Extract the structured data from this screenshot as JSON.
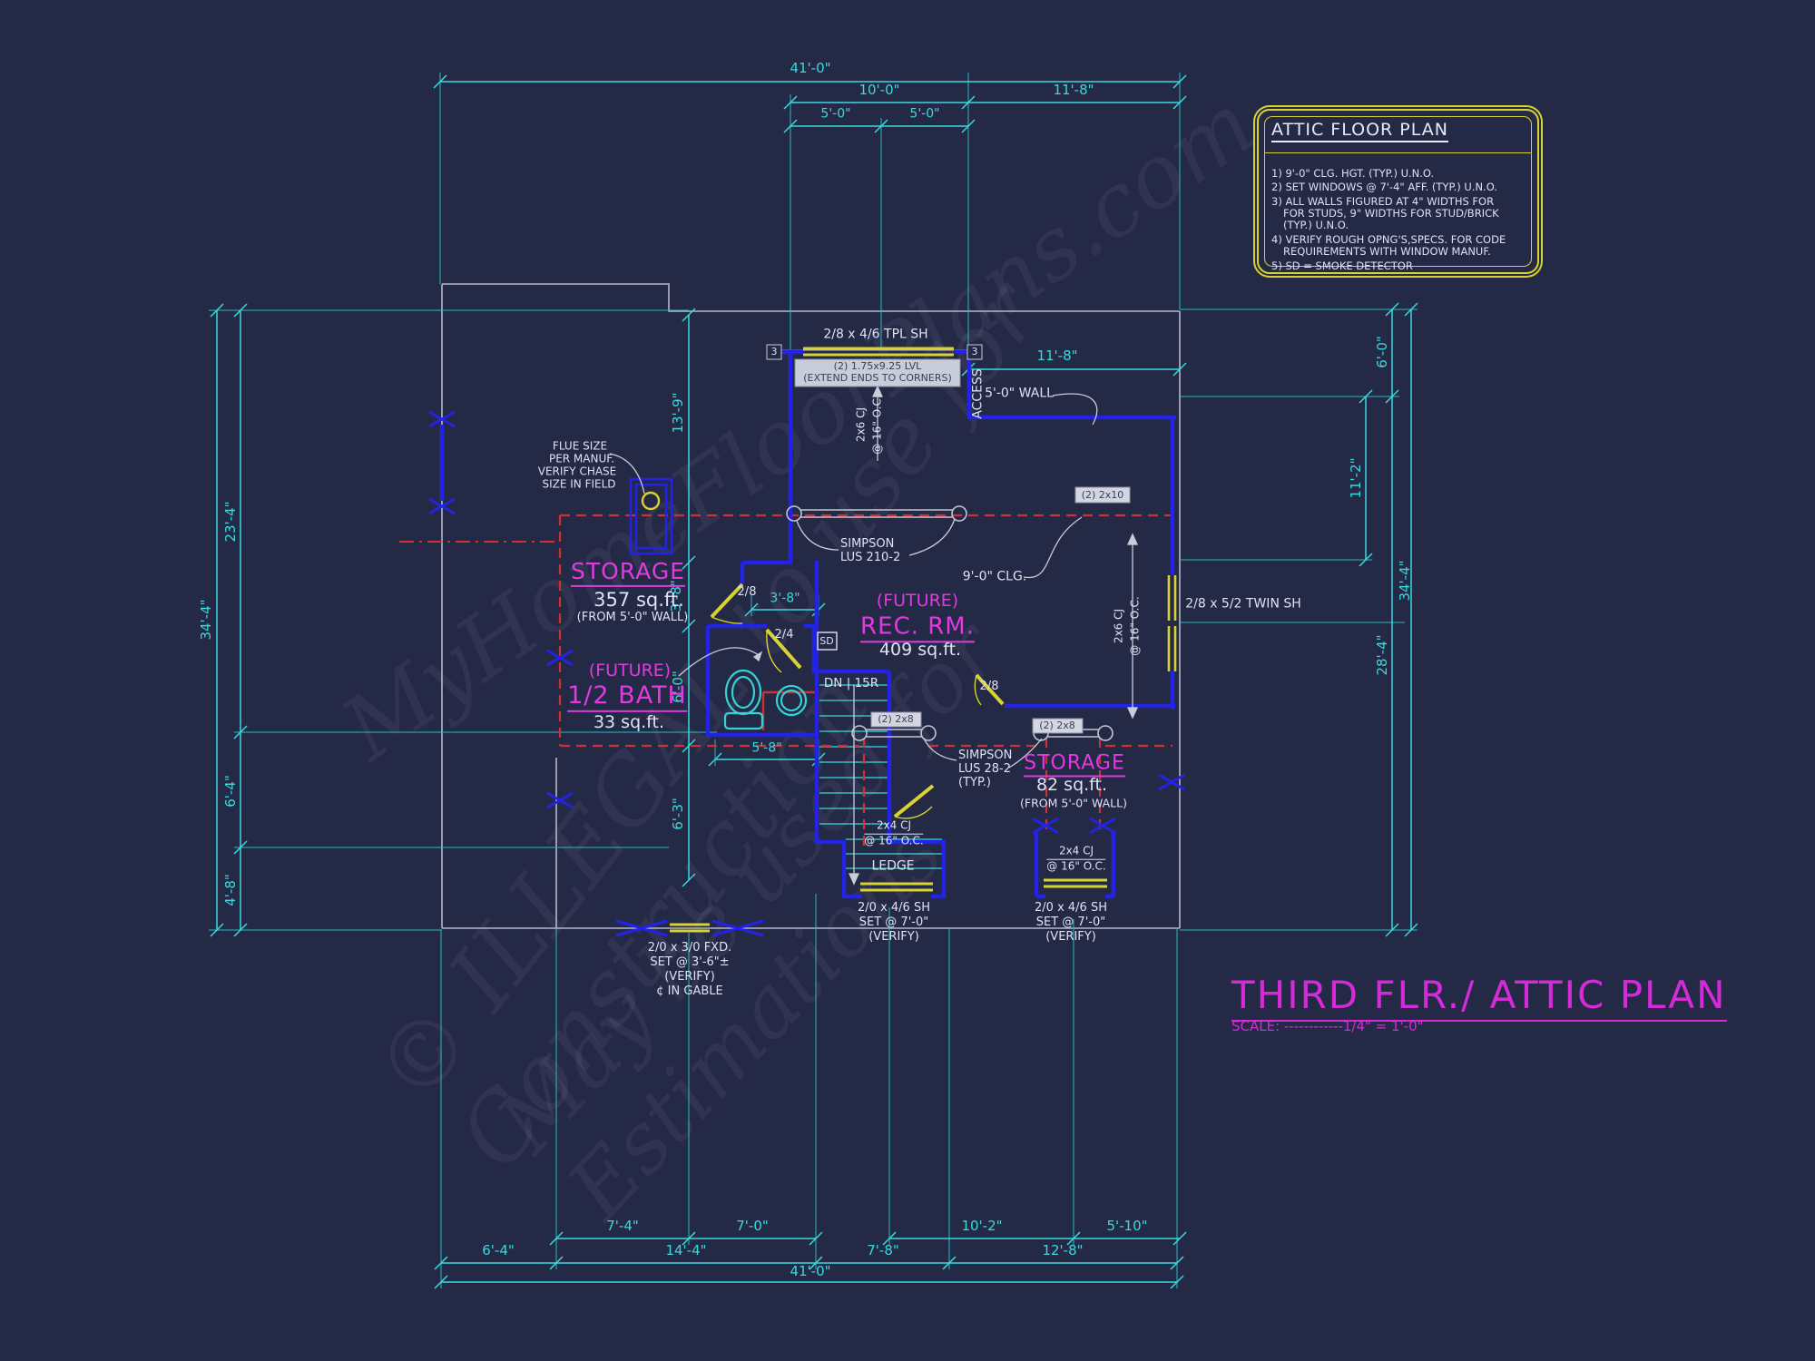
{
  "drawing": {
    "title": "THIRD FLR./ ATTIC PLAN",
    "scale_label": "SCALE: ------------1/4\" = 1'-0\""
  },
  "notes_box": {
    "title": "ATTIC FLOOR PLAN",
    "lines": [
      "1) 9'-0\"  CLG. HGT. (TYP.) U.N.O.",
      "2) SET WINDOWS @ 7'-4\" AFF. (TYP.) U.N.O.",
      "3) ALL WALLS FIGURED AT 4\" WIDTHS FOR",
      "FOR STUDS, 9\" WIDTHS FOR STUD/BRICK",
      "(TYP.) U.N.O.",
      "4) VERIFY ROUGH OPNG'S,SPECS. FOR CODE",
      "REQUIREMENTS WITH WINDOW MANUF.",
      "5) SD = SMOKE DETECTOR"
    ]
  },
  "rooms": {
    "storage_main": {
      "name": "STORAGE",
      "area": "357 sq.ft.",
      "note": "(FROM 5'-0\" WALL)"
    },
    "half_bath": {
      "future": "(FUTURE)",
      "name": "1/2 BATH",
      "area": "33 sq.ft."
    },
    "rec_room": {
      "future": "(FUTURE)",
      "name": "REC. RM.",
      "area": "409 sq.ft."
    },
    "storage_rear": {
      "name": "STORAGE",
      "area": "82 sq.ft.",
      "note": "(FROM 5'-0\" WALL)"
    }
  },
  "dims": {
    "top_overall": "41'-0\"",
    "top_10": "10'-0\"",
    "top_11_8": "11'-8\"",
    "top_5a": "5'-0\"",
    "top_5b": "5'-0\"",
    "corridor_11_8": "11'-8\"",
    "left_34": "34'-4\"",
    "left_23": "23'-4\"",
    "left_6_4": "6'-4\"",
    "left_4_8": "4'-8\"",
    "chain_13_9": "13'-9\"",
    "chain_3_8": "3'-8\"",
    "chain_6_0": "6'-0\"",
    "chain_6_3": "6'-3\"",
    "right_6": "6'-0\"",
    "right_11_2": "11'-2\"",
    "right_34": "34'-4\"",
    "right_28": "28'-4\"",
    "bot_7_4": "7'-4\"",
    "bot_7_0": "7'-0\"",
    "bot_10_2": "10'-2\"",
    "bot_5_10": "5'-10\"",
    "bot_6_4": "6'-4\"",
    "bot_14_4": "14'-4\"",
    "bot_7_8": "7'-8\"",
    "bot_12_8": "12'-8\"",
    "bot_41": "41'-0\"",
    "door_3_8": "3'-8\"",
    "bath_5_8": "5'-8\""
  },
  "callouts": {
    "tpl_window": "2/8 x 4/6 TPL SH",
    "lvl_1": "(2) 1.75x9.25 LVL",
    "lvl_2": "(EXTEND ENDS TO CORNERS)",
    "tag3": "3",
    "access": "ACCESS",
    "wall_5_0": "5'-0\" WALL",
    "cj26": "2x6 CJ",
    "oc16": "@ 16\" O.C.",
    "beam_2x10": "(2) 2x10",
    "simpson_a1": "SIMPSON",
    "simpson_a2": "LUS 210-2",
    "clg": "9'-0\" CLG.",
    "twin_window": "2/8 x 5/2 TWIN SH",
    "flue_1": "FLUE SIZE",
    "flue_2": "PER MANUF.",
    "flue_3": "VERIFY CHASE",
    "flue_4": "SIZE IN FIELD",
    "door_2_8": "2/8",
    "door_2_4": "2/4",
    "sd": "SD",
    "dn_15r": "DN | 15R",
    "beam_2x8": "(2) 2x8",
    "simpson_b1": "SIMPSON",
    "simpson_b2": "LUS 28-2",
    "simpson_b3": "(TYP.)",
    "cj24": "2x4 CJ",
    "ledge": "LEDGE",
    "sh_1": "2/0 x 4/6 SH",
    "sh_2": "SET @ 7'-0\"",
    "sh_3": "(VERIFY)",
    "fxd_1": "2/0 x 3/0 FXD.",
    "fxd_2": "SET @ 3'-6\"±",
    "fxd_3": "(VERIFY)",
    "fxd_4": "¢ IN GABLE"
  },
  "watermark": {
    "wm1": "MyHomeFloorPlans.com",
    "wm2": "© ILLEGAL to use for Construction",
    "wm3": "May be used for Estimations"
  },
  "colors": {
    "background": "#242946",
    "dimension_cyan": "#3ad9dd",
    "wall_blue": "#2323e8",
    "window_yellow": "#d8d233",
    "room_magenta": "#e03ae0",
    "title_magenta": "#d42ad8",
    "beam_red": "#d03030",
    "outline_gray": "#b4b8c8",
    "text_white": "#dde3f2"
  }
}
